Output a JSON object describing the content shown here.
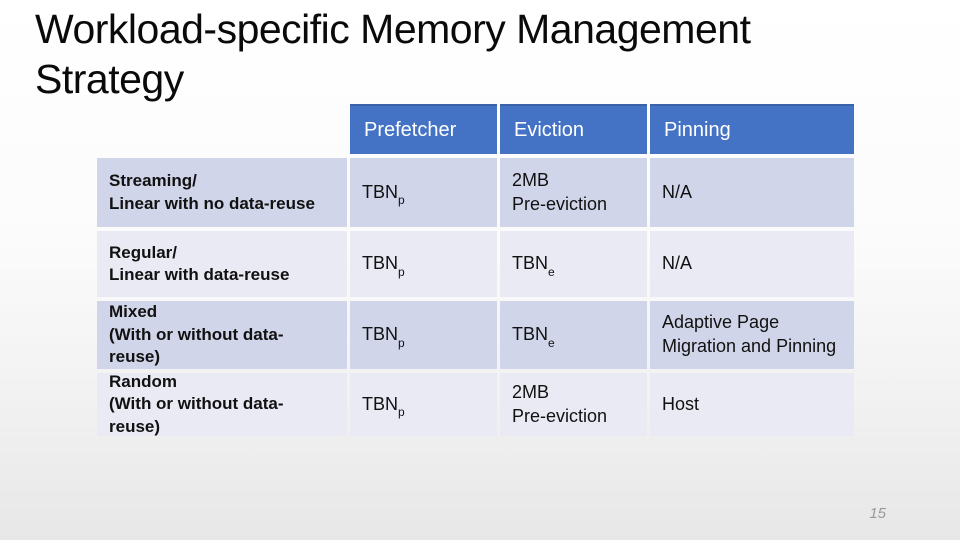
{
  "slide": {
    "title_lines": [
      "Workload-specific Memory Management",
      "Strategy"
    ],
    "page_number": "15"
  },
  "table": {
    "columns": [
      "Prefetcher",
      "Eviction",
      "Pinning"
    ],
    "rows": [
      {
        "label_lines": [
          "Streaming/",
          "Linear with no data-reuse"
        ],
        "cells": [
          {
            "text": [
              "TBN"
            ],
            "subscript": "p"
          },
          {
            "text": [
              "2MB",
              "Pre-eviction"
            ]
          },
          {
            "text": [
              "N/A"
            ]
          }
        ]
      },
      {
        "label_lines": [
          "Regular/",
          "Linear with data-reuse"
        ],
        "cells": [
          {
            "text": [
              "TBN"
            ],
            "subscript": "p"
          },
          {
            "text": [
              "TBN"
            ],
            "subscript": "e"
          },
          {
            "text": [
              "N/A"
            ]
          }
        ]
      },
      {
        "label_lines": [
          "Mixed",
          "(With or without data-",
          "reuse)"
        ],
        "cells": [
          {
            "text": [
              "TBN"
            ],
            "subscript": "p"
          },
          {
            "text": [
              "TBN"
            ],
            "subscript": "e"
          },
          {
            "text": [
              "Adaptive Page",
              "Migration and Pinning"
            ]
          }
        ]
      },
      {
        "label_lines": [
          "Random",
          "(With or without data-",
          "reuse)"
        ],
        "cells": [
          {
            "text": [
              "TBN"
            ],
            "subscript": "p"
          },
          {
            "text": [
              "2MB",
              "Pre-eviction"
            ]
          },
          {
            "text": [
              "Host"
            ]
          }
        ]
      }
    ]
  },
  "colors": {
    "header_bg": "#4472C4",
    "header_border_top": "#3A62A8",
    "header_text": "#FFFFFF",
    "band_dark": "#D0D5E9",
    "band_light": "#E9EAF4",
    "body_text": "#111111",
    "page_number": "#9A9A9A"
  }
}
